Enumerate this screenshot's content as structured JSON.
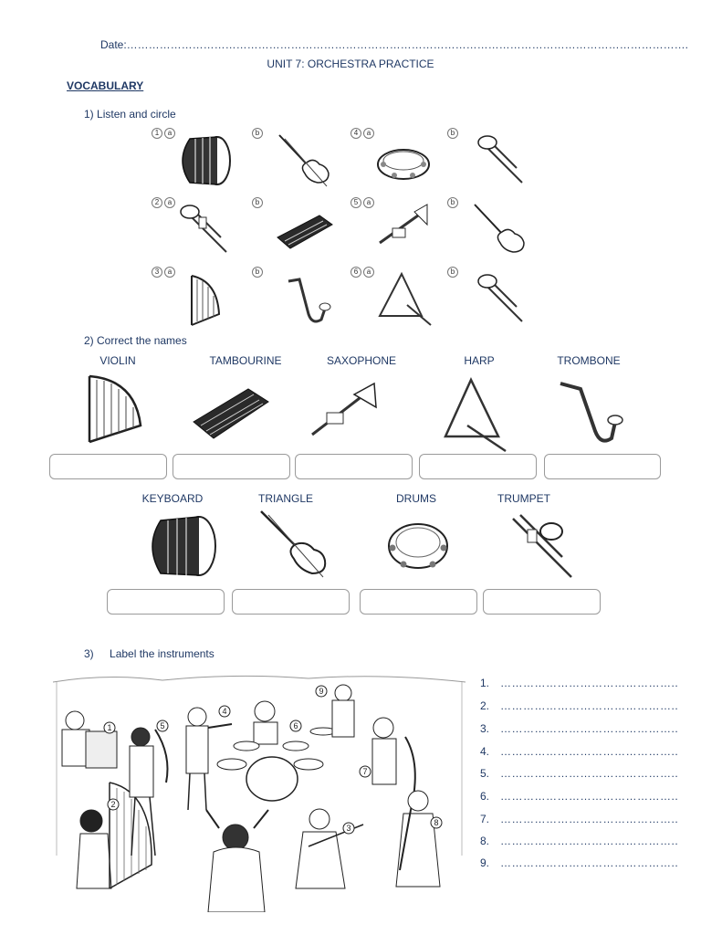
{
  "header": {
    "date_label": "Date:……………………………………………………………………………………………………………………………………….",
    "unit_title": "UNIT 7: ORCHESTRA PRACTICE",
    "section": "VOCABULARY"
  },
  "exercise1": {
    "number": "1)",
    "title": "Listen and circle",
    "items": [
      {
        "num": "1",
        "a": "a",
        "b": "b",
        "a_icon": "drum-icon",
        "b_icon": "violin-icon"
      },
      {
        "num": "2",
        "a": "a",
        "b": "b",
        "a_icon": "trombone-icon",
        "b_icon": "keyboard-icon"
      },
      {
        "num": "3",
        "a": "a",
        "b": "b",
        "a_icon": "harp-icon",
        "b_icon": "saxophone-icon"
      },
      {
        "num": "4",
        "a": "a",
        "b": "b",
        "a_icon": "tambourine-icon",
        "b_icon": "trombone-icon"
      },
      {
        "num": "5",
        "a": "a",
        "b": "b",
        "a_icon": "trumpet-icon",
        "b_icon": "violin-icon"
      },
      {
        "num": "6",
        "a": "a",
        "b": "b",
        "a_icon": "triangle-icon",
        "b_icon": "trombone-icon"
      }
    ]
  },
  "exercise2": {
    "number": "2)",
    "title": "Correct the names",
    "row1_labels": [
      "VIOLIN",
      "TAMBOURINE",
      "SAXOPHONE",
      "HARP",
      "TROMBONE"
    ],
    "row1_icons": [
      "harp-icon",
      "keyboard-icon",
      "trumpet-icon",
      "triangle-icon",
      "saxophone-icon"
    ],
    "row2_labels": [
      "KEYBOARD",
      "TRIANGLE",
      "DRUMS",
      "TRUMPET"
    ],
    "row2_icons": [
      "drum-icon",
      "violin-icon",
      "tambourine-icon",
      "trombone-icon"
    ]
  },
  "exercise3": {
    "number": "3)",
    "title": "Label the instruments",
    "scene_numbers": [
      "1",
      "2",
      "3",
      "4",
      "5",
      "6",
      "7",
      "8",
      "9"
    ],
    "answers": [
      {
        "n": "1.",
        "line": "……………………………………….."
      },
      {
        "n": "2.",
        "line": "……………………………………….."
      },
      {
        "n": "3.",
        "line": "……………………………………….."
      },
      {
        "n": "4.",
        "line": "……………………………………….."
      },
      {
        "n": "5.",
        "line": "……………………………………….."
      },
      {
        "n": "6.",
        "line": "……………………………………….."
      },
      {
        "n": "7.",
        "line": "……………………………………….."
      },
      {
        "n": "8.",
        "line": "……………………………………….."
      },
      {
        "n": "9.",
        "line": "……………………………………….."
      }
    ]
  }
}
